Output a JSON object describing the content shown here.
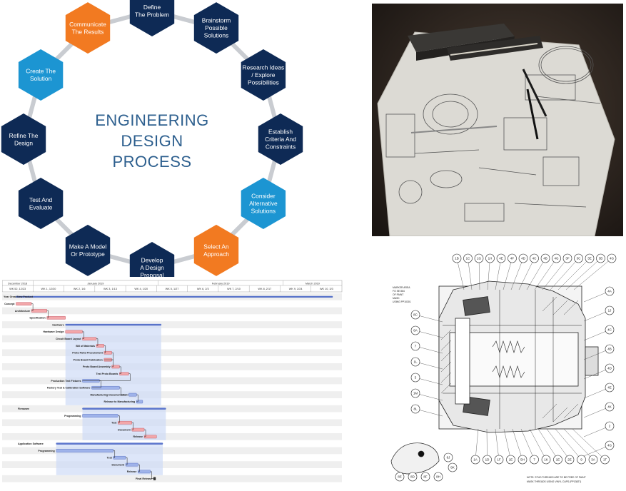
{
  "cycle": {
    "title_lines": [
      "ENGINEERING",
      "DESIGN",
      "PROCESS"
    ],
    "steps": [
      {
        "lines": [
          "Define",
          "The Problem"
        ],
        "color": "#0e2a55"
      },
      {
        "lines": [
          "Brainstorm",
          "Possible",
          "Solutions"
        ],
        "color": "#0e2a55"
      },
      {
        "lines": [
          "Research Ideas",
          "/ Explore",
          "Possibilities"
        ],
        "color": "#0e2a55"
      },
      {
        "lines": [
          "Establish",
          "Criteria And",
          "Constraints"
        ],
        "color": "#0e2a55"
      },
      {
        "lines": [
          "Consider",
          "Alternative",
          "Solutions"
        ],
        "color": "#1c95d2"
      },
      {
        "lines": [
          "Select An",
          "Approach"
        ],
        "color": "#f27a21"
      },
      {
        "lines": [
          "Develop",
          "A Design",
          "Proposal"
        ],
        "color": "#0e2a55"
      },
      {
        "lines": [
          "Make A Model",
          "Or Prototype"
        ],
        "color": "#0e2a55"
      },
      {
        "lines": [
          "Test And",
          "Evaluate"
        ],
        "color": "#0e2a55"
      },
      {
        "lines": [
          "Refine The",
          "Design"
        ],
        "color": "#0e2a55"
      },
      {
        "lines": [
          "Create The",
          "Solution"
        ],
        "color": "#1c95d2"
      },
      {
        "lines": [
          "Communicate",
          "The Results"
        ],
        "color": "#f27a21"
      }
    ]
  },
  "gantt": {
    "months": [
      "December 2018",
      "January 2019",
      "February 2019",
      "March 2019"
    ],
    "weeks": [
      "WK 52, 12/23",
      "WK 1, 12/30",
      "WK 2, 1/6",
      "WK 3, 1/13",
      "WK 4, 1/20",
      "WK 5, 1/27",
      "WK 6, 2/3",
      "WK 7, 2/10",
      "WK 8, 2/17",
      "WK 9, 2/24",
      "WK 10, 3/3"
    ],
    "tasks": [
      {
        "label": "Year Great New Product",
        "indent": 0,
        "start": 0.45,
        "end": 10.7,
        "kind": "summary-main"
      },
      {
        "label": "Concept",
        "indent": 1,
        "start": 0.45,
        "end": 0.95,
        "kind": "pink"
      },
      {
        "label": "Architecture",
        "indent": 1,
        "start": 0.95,
        "end": 1.45,
        "kind": "pink"
      },
      {
        "label": "Specification",
        "indent": 1,
        "start": 1.45,
        "end": 2.05,
        "kind": "pink"
      },
      {
        "label": "Hardware",
        "indent": 2,
        "start": 2.05,
        "end": 5.15,
        "kind": "summary"
      },
      {
        "label": "Hardware Design",
        "indent": 2,
        "start": 2.05,
        "end": 2.6,
        "kind": "pink"
      },
      {
        "label": "Circuit Board Layout",
        "indent": 3,
        "start": 2.6,
        "end": 3.05,
        "kind": "pink"
      },
      {
        "label": "Bill of Materials",
        "indent": 3,
        "start": 3.05,
        "end": 3.3,
        "kind": "pink"
      },
      {
        "label": "Proto Parts Procurement",
        "indent": 3,
        "start": 3.3,
        "end": 3.55,
        "kind": "pink"
      },
      {
        "label": "Proto Board Fabrication",
        "indent": 3,
        "start": 3.3,
        "end": 3.55,
        "kind": "pink"
      },
      {
        "label": "Proto Board Assembly",
        "indent": 3,
        "start": 3.55,
        "end": 3.8,
        "kind": "pink"
      },
      {
        "label": "Test Proto Boards",
        "indent": 3,
        "start": 3.8,
        "end": 4.1,
        "kind": "pink"
      },
      {
        "label": "Production Test Fixtures",
        "indent": 3,
        "start": 2.6,
        "end": 3.15,
        "kind": "blue"
      },
      {
        "label": "Factory Test & Calibration Software",
        "indent": 3,
        "start": 2.9,
        "end": 3.8,
        "kind": "blue"
      },
      {
        "label": "Manufacturing Documentation",
        "indent": 3,
        "start": 4.1,
        "end": 4.35,
        "kind": "blue"
      },
      {
        "label": "Release to Manufacturing",
        "indent": 3,
        "start": 4.35,
        "end": 4.55,
        "kind": "blue"
      },
      {
        "label": "Firmware",
        "indent": 2,
        "start": 2.6,
        "end": 5.3,
        "kind": "summary"
      },
      {
        "label": "Programming",
        "indent": 2,
        "start": 2.6,
        "end": 3.75,
        "kind": "blue"
      },
      {
        "label": "Test",
        "indent": 3,
        "start": 3.75,
        "end": 4.2,
        "kind": "pink"
      },
      {
        "label": "Document",
        "indent": 3,
        "start": 4.2,
        "end": 4.6,
        "kind": "pink"
      },
      {
        "label": "Release",
        "indent": 3,
        "start": 4.6,
        "end": 5.0,
        "kind": "pink"
      },
      {
        "label": "Application Software",
        "indent": 2,
        "start": 1.75,
        "end": 5.2,
        "kind": "summary"
      },
      {
        "label": "Programming",
        "indent": 2,
        "start": 1.75,
        "end": 3.6,
        "kind": "blue"
      },
      {
        "label": "Test",
        "indent": 3,
        "start": 3.6,
        "end": 4.0,
        "kind": "blue"
      },
      {
        "label": "Document",
        "indent": 3,
        "start": 4.0,
        "end": 4.4,
        "kind": "blue"
      },
      {
        "label": "Release",
        "indent": 3,
        "start": 4.4,
        "end": 4.8,
        "kind": "blue"
      },
      {
        "label": "Final Release",
        "indent": 3,
        "start": 4.9,
        "end": 4.95,
        "kind": "milestone"
      }
    ]
  },
  "tech": {
    "top_callouts": [
      "1B",
      "1C",
      "1G",
      "1H",
      "4E",
      "4F",
      "4D",
      "4C",
      "4B",
      "4G",
      "3F",
      "3C",
      "3E",
      "3B",
      "4G"
    ],
    "left_callouts": [
      "8C",
      "8A",
      "7",
      "1L",
      "5",
      "1M",
      "8L"
    ],
    "right_callouts": [
      "4A",
      "1J",
      "4C",
      "4B",
      "4D",
      "4E",
      "4K",
      "2",
      "4G"
    ],
    "bottom_callouts": [
      "1A",
      "1D",
      "1F",
      "1E",
      "5H",
      "7",
      "1K",
      "1E",
      "2E",
      "9",
      "3A",
      "1T"
    ],
    "bottom_left_callouts": [
      "8E",
      "8D",
      "8F",
      "8H",
      "8J",
      "8K"
    ],
    "marker_note": [
      "MARKER AREA",
      "FO SE 864",
      "OF PAINT",
      "MASK",
      "USING PP10301"
    ],
    "bottom_note": [
      "NOTE: STUD THREADS ARE TO BE FREE OF PAINT",
      "MASK THREADS USING VINYL CAPS (PP13827)"
    ]
  }
}
